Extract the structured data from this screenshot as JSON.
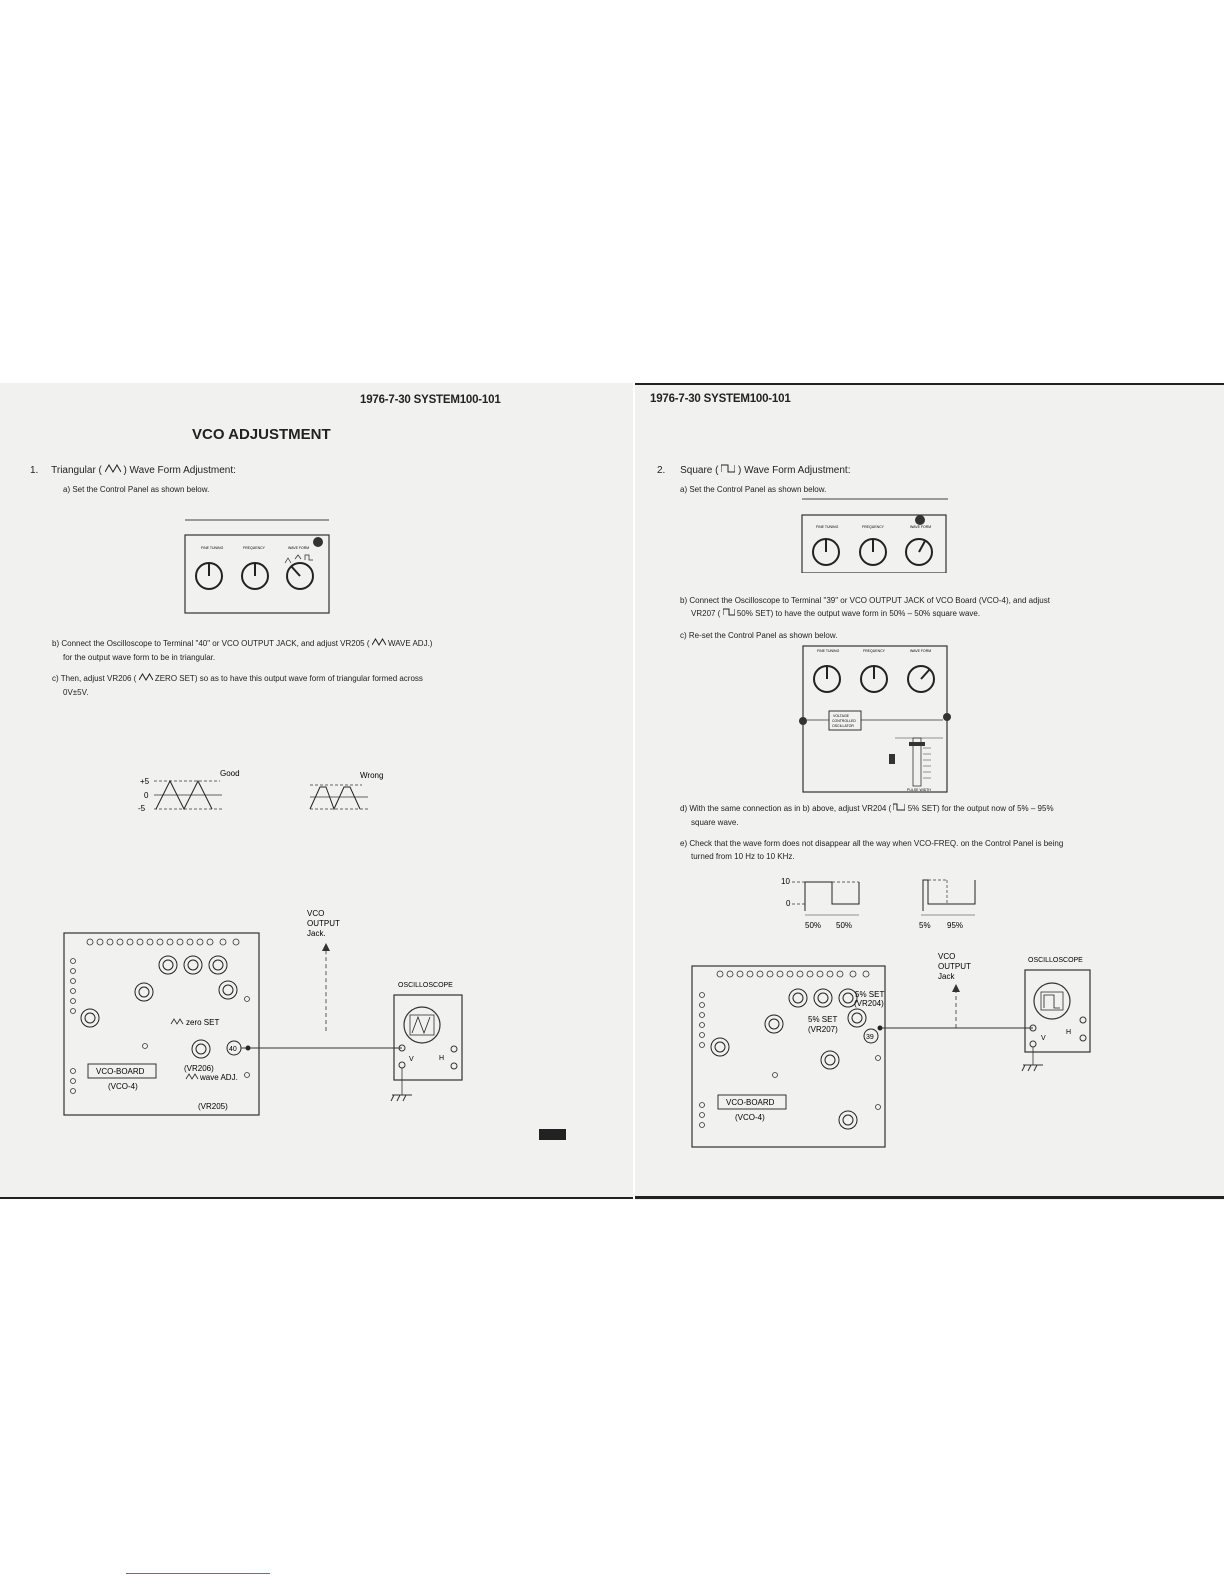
{
  "left": {
    "header": "1976-7-30 SYSTEM100-101",
    "title": "VCO ADJUSTMENT",
    "step1_num": "1.",
    "step1_pre": "Triangular (",
    "step1_post": ") Wave Form Adjustment:",
    "a": "a) Set the Control Panel as shown below.",
    "b1": "b) Connect the Oscilloscope to Terminal \"40\" or VCO OUTPUT JACK, and adjust VR205 (",
    "b1_tail": "WAVE ADJ.)",
    "b2": "for the output wave form to be in triangular.",
    "c1": "c) Then, adjust VR206 (",
    "c1_tail": "ZERO SET) so as to have this output wave form of triangular formed across",
    "c2": "0V±5V.",
    "good": "Good",
    "wrong": "Wrong",
    "plus5": "+5",
    "zero": "0",
    "minus5": "-5",
    "vco_output_jack": [
      "VCO",
      "OUTPUT",
      "Jack."
    ],
    "oscilloscope": "OSCILLOSCOPE",
    "zero_set": "zero SET",
    "vr206": "(VR206)",
    "wave_adj": "wave ADJ.",
    "vr205": "(VR205)",
    "term40": "40",
    "board": "VCO-BOARD",
    "board_sub": "(VCO-4)",
    "v": "V",
    "h": "H"
  },
  "right": {
    "header": "1976-7-30 SYSTEM100-101",
    "step2_num": "2.",
    "step2_pre": "Square (",
    "step2_post": ") Wave Form Adjustment:",
    "a": "a) Set the Control Panel as shown below.",
    "b1": "b) Connect the Oscilloscope to Terminal \"39\" or VCO OUTPUT JACK of VCO Board (VCO-4), and adjust",
    "b2_pre": "VR207 (",
    "b2_post": "50% SET) to have the output wave form in 50% – 50% square wave.",
    "c": "c) Re-set the Control Panel as shown below.",
    "d1_pre": "d) With the same connection as in b) above, adjust VR204 (",
    "d1_post": "5% SET) for the output now of 5% – 95%",
    "d2": "square wave.",
    "e1": "e) Check that the wave form does not disappear all the way when VCO-FREQ. on the Control Panel is being",
    "e2": "turned from 10 Hz to 10 KHz.",
    "ten": "10",
    "zero": "0",
    "p50a": "50%",
    "p50b": "50%",
    "p5": "5%",
    "p95": "95%",
    "vco_output_jack": [
      "VCO",
      "OUTPUT",
      "Jack"
    ],
    "oscilloscope": "OSCILLOSCOPE",
    "set5": "5% SET",
    "vr204": "(VR204)",
    "set50": "5% SET",
    "vr207": "(VR207)",
    "term39": "39",
    "board": "VCO-BOARD",
    "board_sub": "(VCO-4)",
    "v": "V",
    "h": "H",
    "pulse_width": "PULSE WIDTH",
    "vco_box": [
      "VOLTAGE",
      "CONTROLLED",
      "OSCILLATOR"
    ]
  },
  "panel": {
    "fine_tuning": "FINE TUNING",
    "frequency": "FREQUENCY",
    "wave_form": "WAVE FORM"
  }
}
